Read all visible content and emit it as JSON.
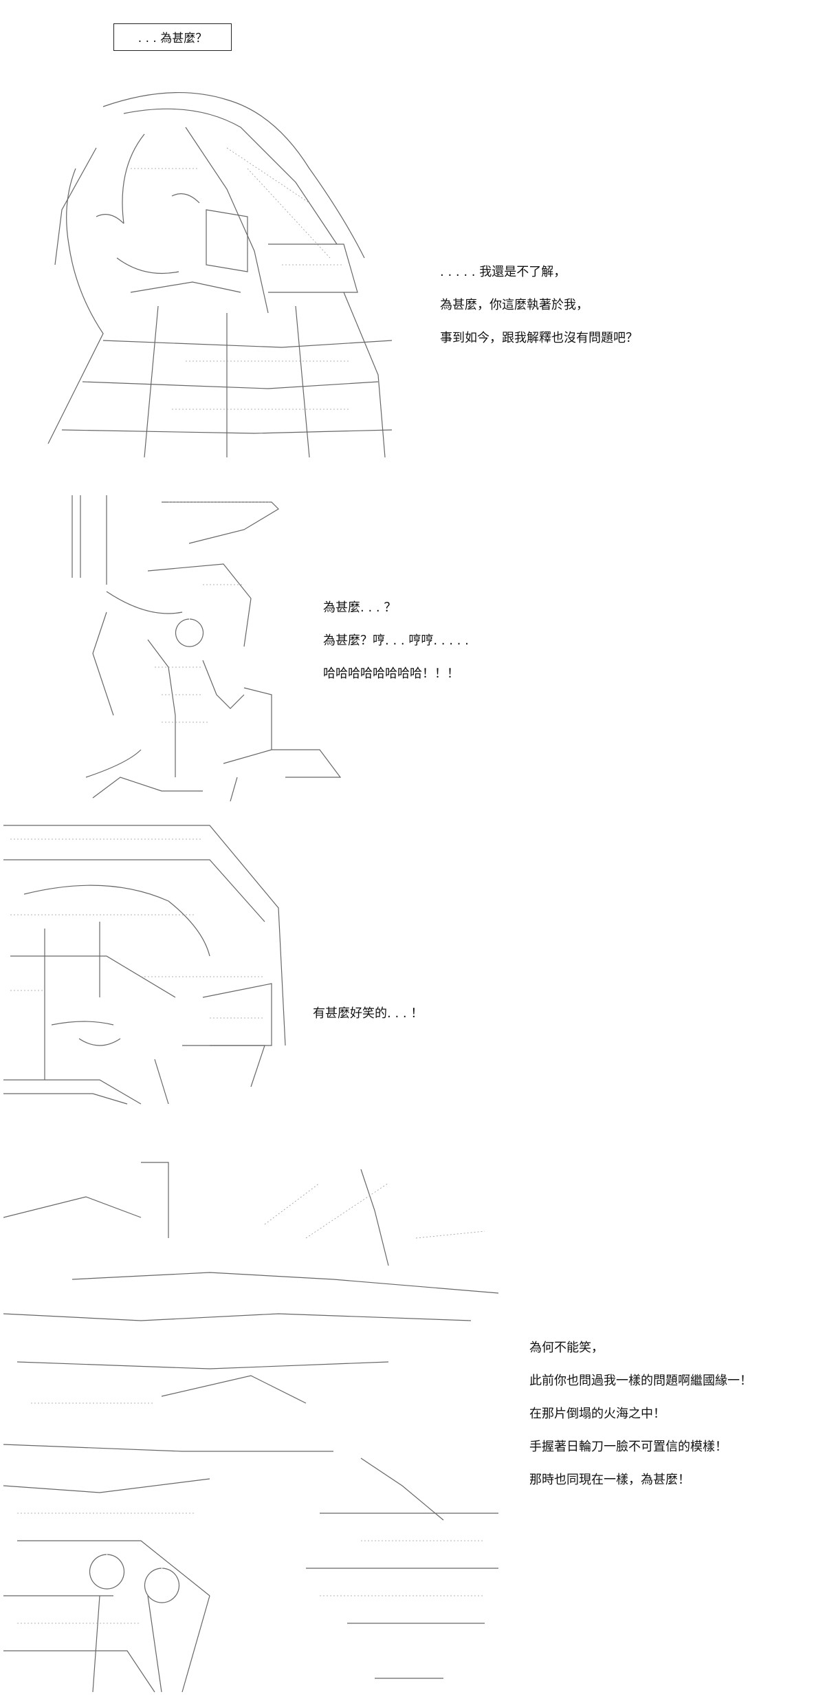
{
  "header": {
    "title": ". . . 為甚麼？"
  },
  "scenes": [
    {
      "lines": [
        ". . . . . 我還是不了解，",
        "為甚麼，你這麼執著於我，",
        "事到如今，跟我解釋也沒有問題吧？"
      ]
    },
    {
      "lines": [
        "為甚麼. . . ？",
        "為甚麼？哼. . . 哼哼. . . . .",
        "哈哈哈哈哈哈哈哈！！！"
      ]
    },
    {
      "lines": [
        "有甚麼好笑的. . . ！"
      ]
    },
    {
      "lines": [
        "為何不能笑，",
        "此前你也問過我一樣的問題啊繼國緣一！",
        "在那片倒塌的火海之中！",
        "手握著日輪刀一臉不可置信的模樣！",
        "那時也同現在一樣，為甚麼！"
      ]
    }
  ],
  "colors": {
    "ink": "#111111",
    "art": "#555555",
    "background": "#ffffff"
  }
}
